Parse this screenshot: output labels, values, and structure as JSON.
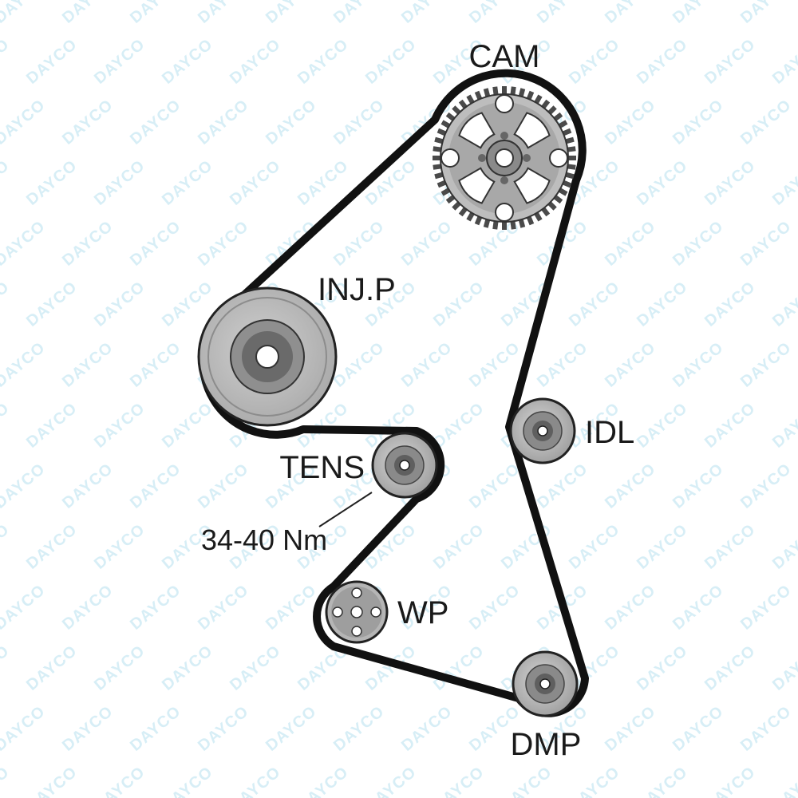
{
  "watermark": {
    "text": "DAYCO",
    "color": "#d7eef6"
  },
  "colors": {
    "belt": "#111111",
    "pulley_light": "#d9d9d9",
    "pulley_mid": "#a6a6a6",
    "pulley_dark": "#6e6e6e"
  },
  "pulleys": {
    "cam": {
      "label": "CAM"
    },
    "injp": {
      "label": "INJ.P"
    },
    "idl": {
      "label": "IDL"
    },
    "tens": {
      "label": "TENS"
    },
    "wp": {
      "label": "WP"
    },
    "dmp": {
      "label": "DMP"
    }
  },
  "torque_spec": "34-40 Nm"
}
